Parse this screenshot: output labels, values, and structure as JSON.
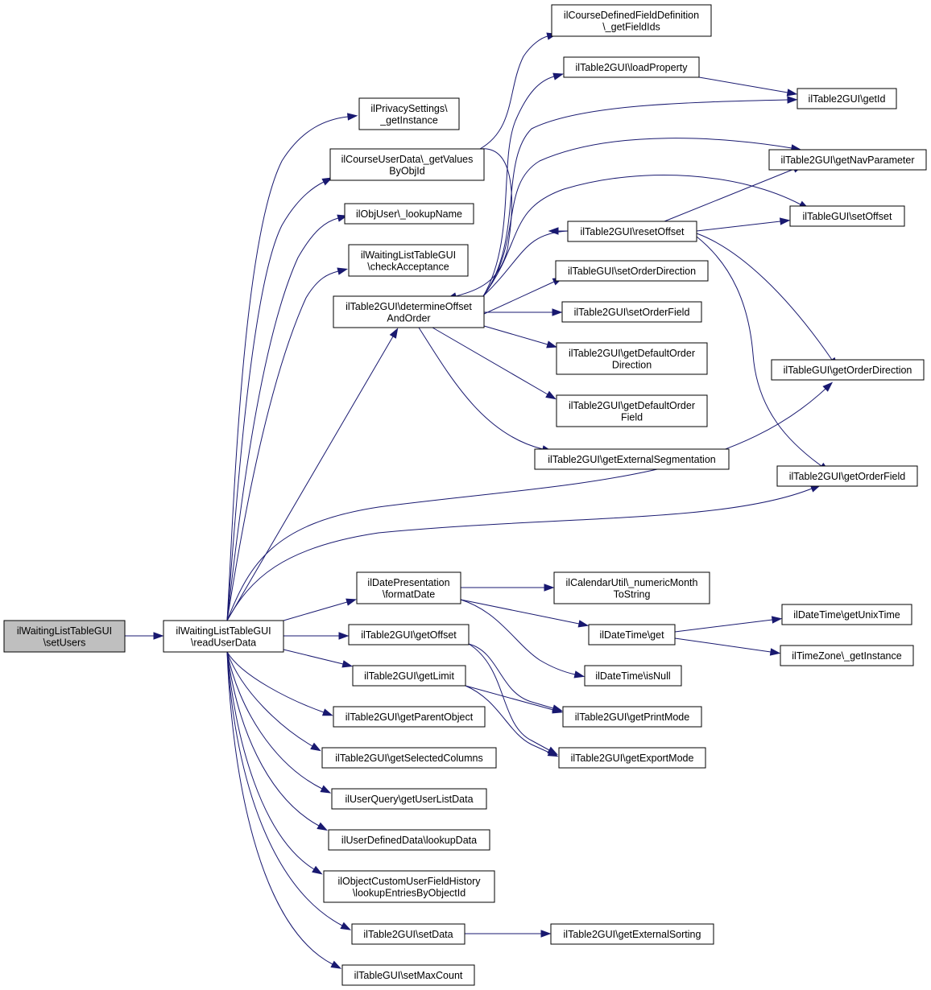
{
  "diagram": {
    "type": "call-graph",
    "colors": {
      "edge": "#191970",
      "root_fill": "#bfbfbf",
      "node_fill": "#ffffff",
      "node_border": "#000000"
    },
    "nodes": [
      {
        "id": "setUsers",
        "lines": [
          "ilWaitingListTableGUI",
          "\\setUsers"
        ],
        "root": true
      },
      {
        "id": "readUserData",
        "lines": [
          "ilWaitingListTableGUI",
          "\\readUserData"
        ]
      },
      {
        "id": "privacy",
        "lines": [
          "ilPrivacySettings\\",
          "_getInstance"
        ]
      },
      {
        "id": "courseUserData",
        "lines": [
          "ilCourseUserData\\_getValues",
          "ByObjId"
        ]
      },
      {
        "id": "lookupName",
        "lines": [
          "ilObjUser\\_lookupName"
        ]
      },
      {
        "id": "checkAcceptance",
        "lines": [
          "ilWaitingListTableGUI",
          "\\checkAcceptance"
        ]
      },
      {
        "id": "determineOffset",
        "lines": [
          "ilTable2GUI\\determineOffset",
          "AndOrder"
        ]
      },
      {
        "id": "courseFieldIds",
        "lines": [
          "ilCourseDefinedFieldDefinition",
          "\\_getFieldIds"
        ]
      },
      {
        "id": "loadProperty",
        "lines": [
          "ilTable2GUI\\loadProperty"
        ]
      },
      {
        "id": "getId",
        "lines": [
          "ilTable2GUI\\getId"
        ]
      },
      {
        "id": "getNavParameter",
        "lines": [
          "ilTable2GUI\\getNavParameter"
        ]
      },
      {
        "id": "resetOffset",
        "lines": [
          "ilTable2GUI\\resetOffset"
        ]
      },
      {
        "id": "setOffset",
        "lines": [
          "ilTableGUI\\setOffset"
        ]
      },
      {
        "id": "setOrderDirection",
        "lines": [
          "ilTableGUI\\setOrderDirection"
        ]
      },
      {
        "id": "setOrderField",
        "lines": [
          "ilTable2GUI\\setOrderField"
        ]
      },
      {
        "id": "getDefaultOrderDirection",
        "lines": [
          "ilTable2GUI\\getDefaultOrder",
          "Direction"
        ]
      },
      {
        "id": "getOrderDirection",
        "lines": [
          "ilTableGUI\\getOrderDirection"
        ]
      },
      {
        "id": "getDefaultOrderField",
        "lines": [
          "ilTable2GUI\\getDefaultOrder",
          "Field"
        ]
      },
      {
        "id": "getExternalSegmentation",
        "lines": [
          "ilTable2GUI\\getExternalSegmentation"
        ]
      },
      {
        "id": "getOrderField",
        "lines": [
          "ilTable2GUI\\getOrderField"
        ]
      },
      {
        "id": "formatDate",
        "lines": [
          "ilDatePresentation",
          "\\formatDate"
        ]
      },
      {
        "id": "numericMonth",
        "lines": [
          "ilCalendarUtil\\_numericMonth",
          "ToString"
        ]
      },
      {
        "id": "dateTimeGet",
        "lines": [
          "ilDateTime\\get"
        ]
      },
      {
        "id": "getUnixTime",
        "lines": [
          "ilDateTime\\getUnixTime"
        ]
      },
      {
        "id": "timeZone",
        "lines": [
          "ilTimeZone\\_getInstance"
        ]
      },
      {
        "id": "getOffset",
        "lines": [
          "ilTable2GUI\\getOffset"
        ]
      },
      {
        "id": "isNull",
        "lines": [
          "ilDateTime\\isNull"
        ]
      },
      {
        "id": "getLimit",
        "lines": [
          "ilTable2GUI\\getLimit"
        ]
      },
      {
        "id": "getPrintMode",
        "lines": [
          "ilTable2GUI\\getPrintMode"
        ]
      },
      {
        "id": "getParentObject",
        "lines": [
          "ilTable2GUI\\getParentObject"
        ]
      },
      {
        "id": "getExportMode",
        "lines": [
          "ilTable2GUI\\getExportMode"
        ]
      },
      {
        "id": "getSelectedColumns",
        "lines": [
          "ilTable2GUI\\getSelectedColumns"
        ]
      },
      {
        "id": "getUserListData",
        "lines": [
          "ilUserQuery\\getUserListData"
        ]
      },
      {
        "id": "lookupData",
        "lines": [
          "ilUserDefinedData\\lookupData"
        ]
      },
      {
        "id": "lookupEntries",
        "lines": [
          "ilObjectCustomUserFieldHistory",
          "\\lookupEntriesByObjectId"
        ]
      },
      {
        "id": "setData",
        "lines": [
          "ilTable2GUI\\setData"
        ]
      },
      {
        "id": "getExternalSorting",
        "lines": [
          "ilTable2GUI\\getExternalSorting"
        ]
      },
      {
        "id": "setMaxCount",
        "lines": [
          "ilTableGUI\\setMaxCount"
        ]
      }
    ],
    "edges": [
      [
        "setUsers",
        "readUserData"
      ],
      [
        "readUserData",
        "privacy"
      ],
      [
        "readUserData",
        "courseUserData"
      ],
      [
        "readUserData",
        "lookupName"
      ],
      [
        "readUserData",
        "checkAcceptance"
      ],
      [
        "readUserData",
        "determineOffset"
      ],
      [
        "readUserData",
        "getOrderDirection"
      ],
      [
        "readUserData",
        "getOrderField"
      ],
      [
        "readUserData",
        "formatDate"
      ],
      [
        "readUserData",
        "getOffset"
      ],
      [
        "readUserData",
        "getLimit"
      ],
      [
        "readUserData",
        "getParentObject"
      ],
      [
        "readUserData",
        "getSelectedColumns"
      ],
      [
        "readUserData",
        "getUserListData"
      ],
      [
        "readUserData",
        "lookupData"
      ],
      [
        "readUserData",
        "lookupEntries"
      ],
      [
        "readUserData",
        "setData"
      ],
      [
        "readUserData",
        "setMaxCount"
      ],
      [
        "courseUserData",
        "courseFieldIds"
      ],
      [
        "courseUserData",
        "determineOffset"
      ],
      [
        "determineOffset",
        "loadProperty"
      ],
      [
        "determineOffset",
        "getId"
      ],
      [
        "determineOffset",
        "getNavParameter"
      ],
      [
        "determineOffset",
        "resetOffset"
      ],
      [
        "determineOffset",
        "setOffset"
      ],
      [
        "determineOffset",
        "setOrderDirection"
      ],
      [
        "determineOffset",
        "setOrderField"
      ],
      [
        "determineOffset",
        "getDefaultOrderDirection"
      ],
      [
        "determineOffset",
        "getDefaultOrderField"
      ],
      [
        "determineOffset",
        "getExternalSegmentation"
      ],
      [
        "loadProperty",
        "getId"
      ],
      [
        "resetOffset",
        "getNavParameter"
      ],
      [
        "resetOffset",
        "setOffset"
      ],
      [
        "resetOffset",
        "getOrderDirection"
      ],
      [
        "resetOffset",
        "getOrderField"
      ],
      [
        "formatDate",
        "numericMonth"
      ],
      [
        "formatDate",
        "dateTimeGet"
      ],
      [
        "formatDate",
        "isNull"
      ],
      [
        "dateTimeGet",
        "getUnixTime"
      ],
      [
        "dateTimeGet",
        "timeZone"
      ],
      [
        "getOffset",
        "getPrintMode"
      ],
      [
        "getOffset",
        "getExportMode"
      ],
      [
        "getLimit",
        "getPrintMode"
      ],
      [
        "getLimit",
        "getExportMode"
      ],
      [
        "setData",
        "getExternalSorting"
      ]
    ]
  }
}
